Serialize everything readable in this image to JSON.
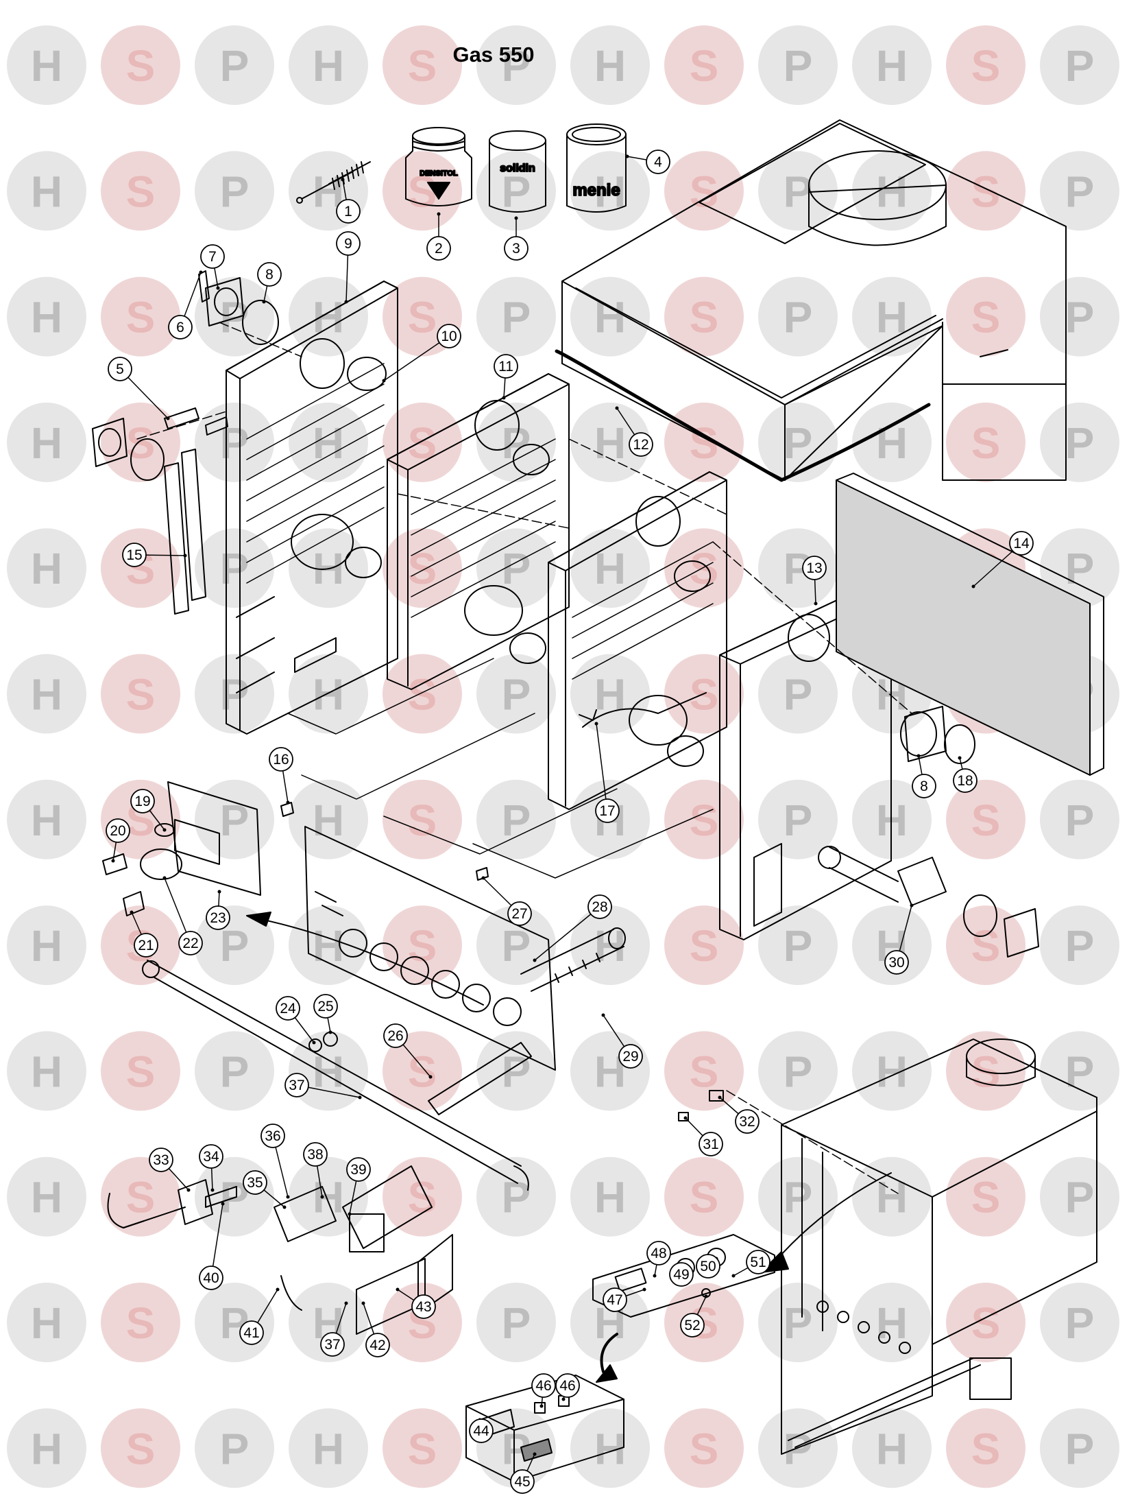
{
  "title": "Gas 550",
  "watermark": {
    "letters": [
      "H",
      "S",
      "P"
    ],
    "circle_color": "#e6e6e6",
    "circle_accent_color": "#efd6d6",
    "letter_color": "#bdbdbd",
    "letter_accent_color": "#e8b9b9"
  },
  "product_labels": {
    "densitol": "DENSITOL",
    "solidin": "solidin",
    "menie": "menie"
  },
  "callouts": [
    "1",
    "2",
    "3",
    "4",
    "5",
    "6",
    "7",
    "8",
    "9",
    "10",
    "11",
    "12",
    "13",
    "14",
    "15",
    "16",
    "17",
    "18",
    "19",
    "20",
    "21",
    "22",
    "23",
    "24",
    "25",
    "26",
    "27",
    "28",
    "29",
    "30",
    "31",
    "32",
    "33",
    "34",
    "35",
    "36",
    "37",
    "38",
    "39",
    "40",
    "41",
    "42",
    "43",
    "44",
    "45",
    "46",
    "47",
    "48",
    "49",
    "50",
    "51",
    "52"
  ],
  "colors": {
    "line": "#000000",
    "watermark": "#dddddd"
  }
}
